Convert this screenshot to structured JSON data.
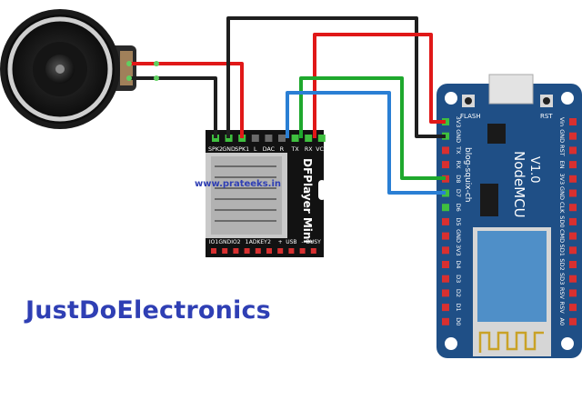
{
  "watermark": "JustDoElectronics",
  "site_text": "www.prateeks.in",
  "dfplayer": {
    "name": "DFPlayer Mini",
    "top_pins": [
      "SPK2",
      "GND",
      "SPK1",
      "L",
      "DAC",
      "R",
      "TX",
      "RX",
      "VCC"
    ],
    "bottom_pins": [
      "IO1",
      "GND",
      "IO2",
      "1",
      "ADKEY",
      "2",
      "+",
      "USB",
      "-",
      "BUSY"
    ]
  },
  "nodemcu": {
    "name": "NodeMCU",
    "version": "V1.0",
    "site": "blog-squix-ch",
    "flash_label": "FLASH",
    "rst_label": "RST",
    "left_pins": [
      "3V3",
      "GND",
      "TX",
      "RX",
      "D8",
      "D7",
      "D6",
      "D5",
      "GND",
      "3V3",
      "D4",
      "D3",
      "D2",
      "D1",
      "D0"
    ],
    "right_pins": [
      "Vin",
      "GND",
      "RST",
      "EN",
      "3V3",
      "GND",
      "CLK",
      "SD0",
      "CMD",
      "SD1",
      "SD2",
      "SD3",
      "RSV",
      "RSV",
      "A0"
    ]
  },
  "wire_colors": {
    "black": "#1e1e1e",
    "red": "#e01818",
    "green": "#1ea82d",
    "blue": "#2a7fd4",
    "board_blue": "#1f4f86",
    "dfplayer_body": "#111111"
  }
}
